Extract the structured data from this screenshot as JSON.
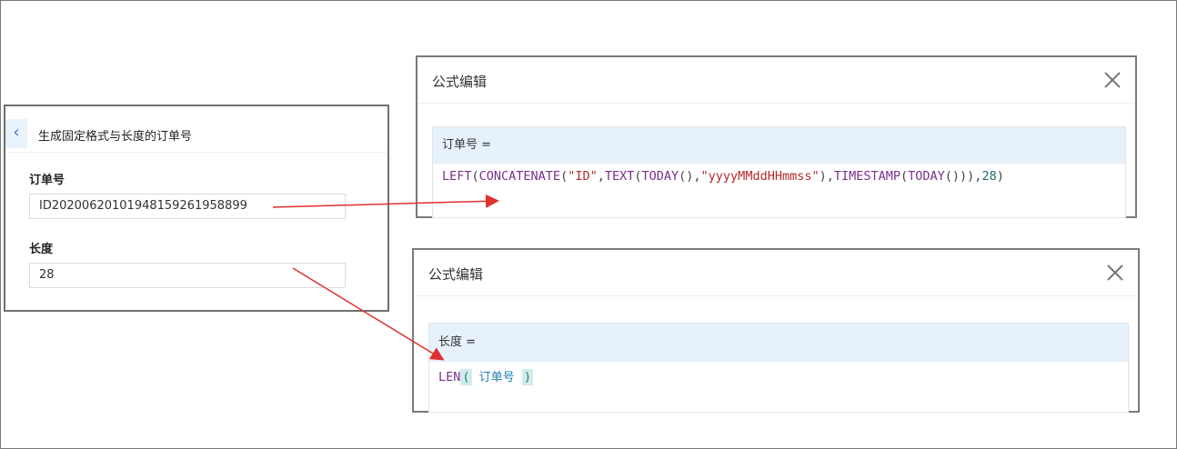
{
  "form": {
    "title": "生成固定格式与长度的订单号",
    "fields": [
      {
        "label": "订单号",
        "value": "ID20200620101948159261958899"
      },
      {
        "label": "长度",
        "value": "28"
      }
    ]
  },
  "dialogs": [
    {
      "title": "公式编辑",
      "target": "订单号 =",
      "tokens": {
        "left": "LEFT",
        "concat": "CONCATENATE",
        "str_id": "\"ID\"",
        "text": "TEXT",
        "today1": "TODAY",
        "fmt": "\"yyyyMMddHHmmss\"",
        "timestamp": "TIMESTAMP",
        "today2": "TODAY",
        "len": "28"
      }
    },
    {
      "title": "公式编辑",
      "target": "长度 =",
      "tokens": {
        "fn": "LEN",
        "open": "(",
        "ref": "订单号",
        "close": ")"
      }
    }
  ],
  "colors": {
    "arrow": "#e03030",
    "accent": "#3a7bd5",
    "formula_header_bg": "#e6f1fb"
  }
}
